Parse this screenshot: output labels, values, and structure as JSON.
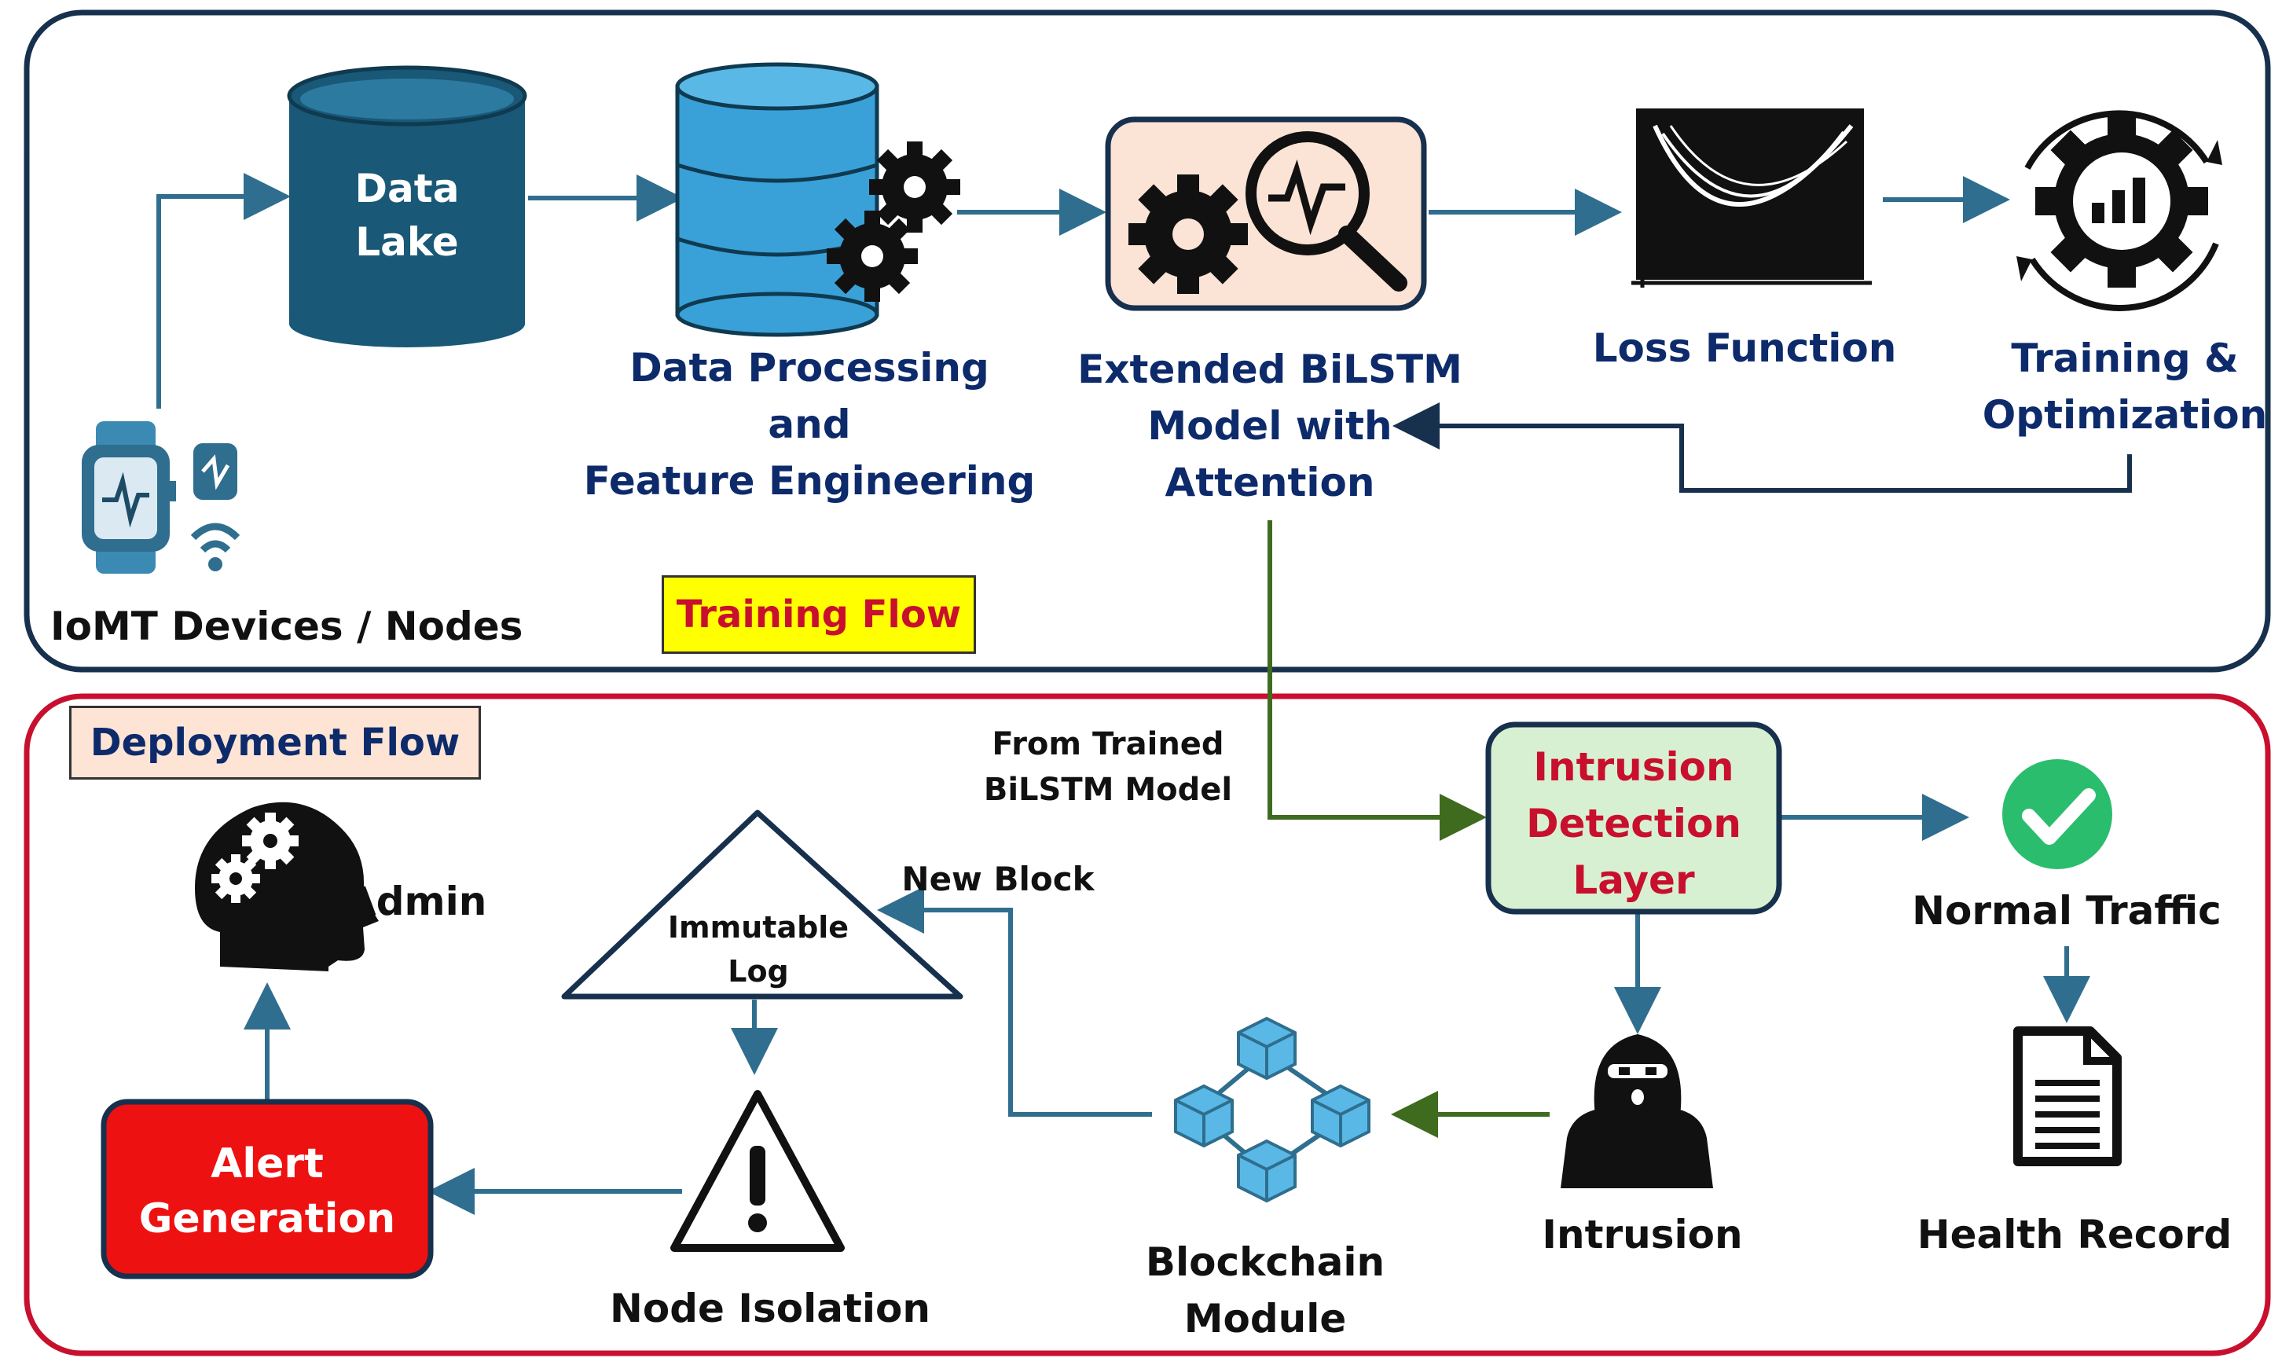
{
  "panels": {
    "training": {
      "tag": "Training Flow"
    },
    "deployment": {
      "tag": "Deployment Flow"
    }
  },
  "training": {
    "iomt": {
      "label": "IoMT Devices / Nodes",
      "icon": "smartwatch-sensor-icon"
    },
    "data_lake": {
      "lines": [
        "Data",
        "Lake"
      ],
      "icon": "database-cylinder-icon"
    },
    "data_processing": {
      "lines": [
        "Data Processing",
        "and",
        "Feature Engineering"
      ],
      "icon": "database-gears-icon"
    },
    "model": {
      "lines": [
        "Extended BiLSTM",
        "Model with",
        "Attention"
      ],
      "icon": "gear-magnifier-icon"
    },
    "loss": {
      "label": "Loss Function",
      "icon": "loss-curve-icon"
    },
    "optimization": {
      "lines": [
        "Training &",
        "Optimization"
      ],
      "icon": "gear-chart-cycle-icon"
    }
  },
  "deployment": {
    "from_model": {
      "lines": [
        "From Trained",
        "BiLSTM Model"
      ]
    },
    "ids": {
      "lines": [
        "Intrusion",
        "Detection",
        "Layer"
      ]
    },
    "normal": {
      "label": "Normal Traffic",
      "icon": "check-circle-icon"
    },
    "health": {
      "label": "Health Record",
      "icon": "document-icon"
    },
    "intrusion": {
      "label": "Intrusion",
      "icon": "hacker-icon"
    },
    "blockchain": {
      "lines": [
        "Blockchain",
        "Module"
      ],
      "icon": "blockchain-cubes-icon"
    },
    "new_block": {
      "label": "New Block"
    },
    "log": {
      "lines": [
        "Immutable",
        "Log"
      ],
      "icon": "triangle-log-icon"
    },
    "isolation": {
      "label": "Node Isolation",
      "icon": "warning-icon"
    },
    "alert": {
      "lines": [
        "Alert",
        "Generation"
      ]
    },
    "admin": {
      "label": "Admin",
      "icon": "admin-head-gears-icon"
    }
  },
  "colors": {
    "training_border": "#16304d",
    "deployment_border": "#c8102e",
    "arrow_blue": "#2f6e8e",
    "arrow_green": "#3f6b1f",
    "text_navy": "#0d2a6b",
    "training_tag_bg": "#ffff00",
    "deployment_tag_bg": "#fde4d4",
    "ids_bg": "#d8f0d2",
    "alert_bg": "#ee1111",
    "model_bg": "#fbe3d6",
    "check_green": "#2bbd6e"
  }
}
